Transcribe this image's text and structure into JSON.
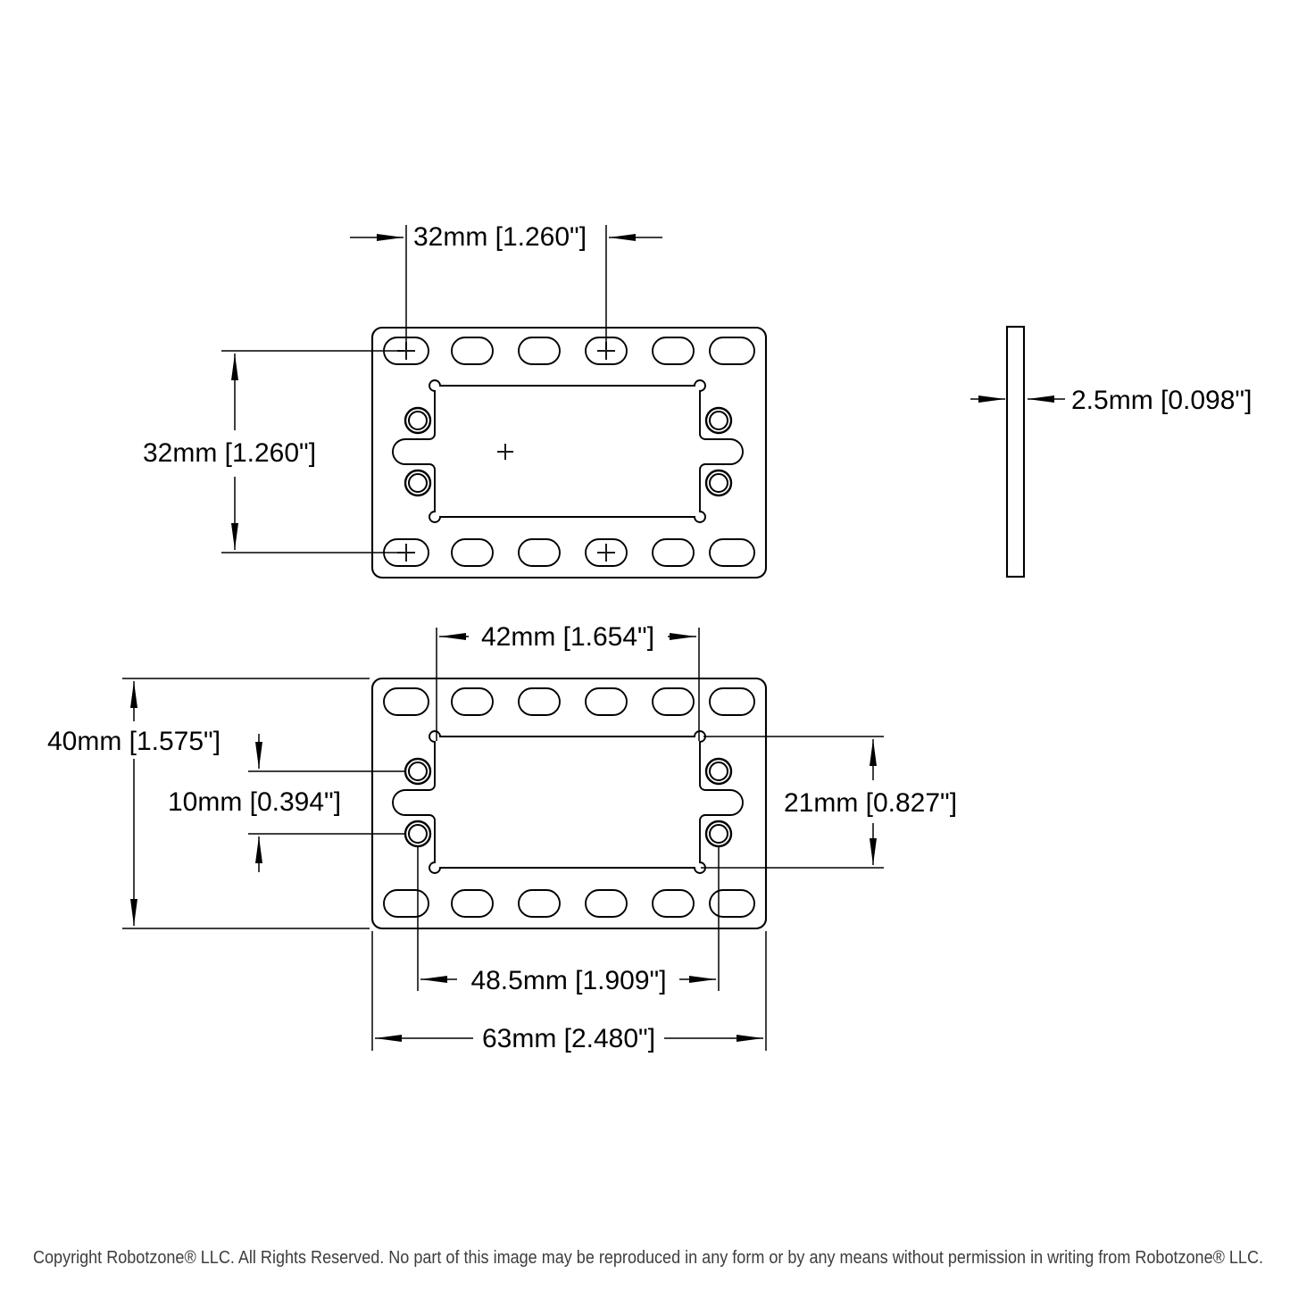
{
  "drawing": {
    "type": "technical-dimension-drawing",
    "part": "pattern-plate",
    "views": {
      "top": "plate front view with slot-center marks",
      "side": "plate edge (thickness) view",
      "bottom": "plate front view with hole and outline dimensions"
    },
    "dimensions": {
      "slot_span_h": "32mm [1.260\"]",
      "slot_span_v": "32mm [1.260\"]",
      "thickness": "2.5mm [0.098\"]",
      "cutout_width": "42mm [1.654\"]",
      "plate_height": "40mm [1.575\"]",
      "hole_gap": "10mm [0.394\"]",
      "cutout_height": "21mm [0.827\"]",
      "hole_span": "48.5mm [1.909\"]",
      "plate_width": "63mm [2.480\"]"
    },
    "footer": {
      "copyright": "Copyright Robotzone® LLC.  All Rights Reserved. No part of this image may be reproduced in any form or by any means without permission in writing from Robotzone® LLC."
    },
    "colors": {
      "line": "#000000",
      "background": "#ffffff",
      "footer_text": "#3d3d3d"
    }
  }
}
